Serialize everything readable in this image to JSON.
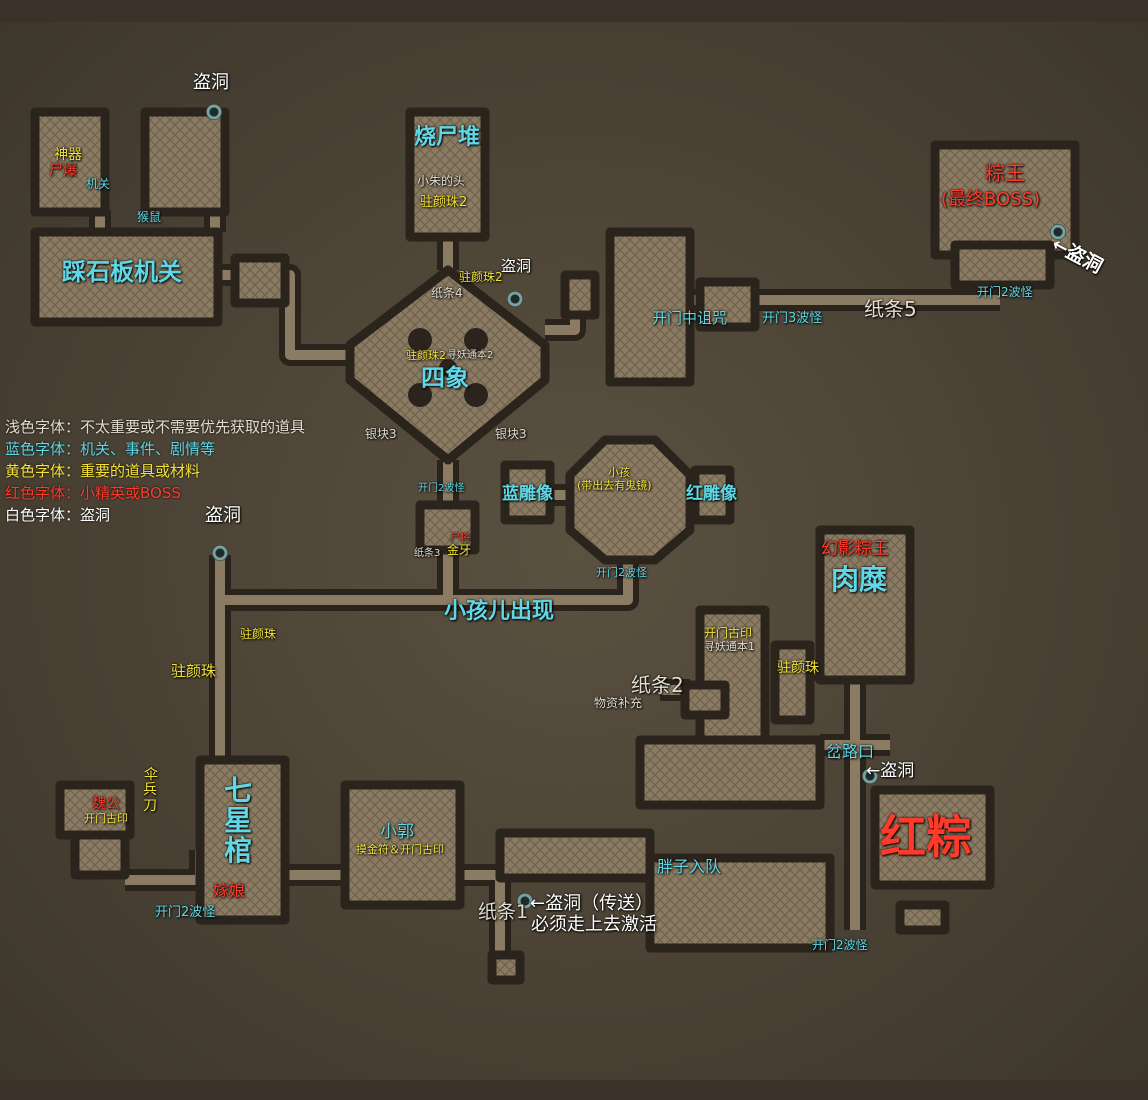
{
  "legend": {
    "light": "浅色字体：不太重要或不需要优先获取的道具",
    "blue": "蓝色字体：机关、事件、剧情等",
    "yellow": "黄色字体：重要的道具或材料",
    "red": "红色字体：小精英或BOSS",
    "white": "白色字体：盗洞"
  },
  "colors": {
    "light": "#e3ddd0",
    "blue": "#5fd7e6",
    "yellow": "#f2e23a",
    "red": "#ff3a2a",
    "white": "#ffffff",
    "floor": "#8a7b62",
    "wall": "#2b241c",
    "parchment": "#4a4235"
  },
  "labels": {
    "daodong_top": "盗洞",
    "shenqi": "神器",
    "shibao": "尸爆",
    "jiguan_small": "机关",
    "houshu": "猴鼠",
    "caishiban": "踩石板机关",
    "shaoshidui": "烧尸堆",
    "xiaozhu_head": "小朱的头",
    "zhuyanzhu2_top": "驻颜珠2",
    "zongwang": "粽王",
    "zuizhong_boss": "(最终BOSS)",
    "daodong_zongwang": "←盗洞",
    "kaimen2_zongwang": "开门2波怪",
    "zhitiao5": "纸条5",
    "kaimen3": "开门3波怪",
    "kaimen_zuzhou": "开门中诅咒",
    "zhuyanzhu2_mid": "驻颜珠2",
    "daodong_sixiang": "盗洞",
    "zhitiao4": "纸条4",
    "zhuyanzhu2_center": "驻颜珠2",
    "xunyao2": "寻妖通本2",
    "sixiang": "四象",
    "yinkuai3_left": "银块3",
    "yinkuai3_right": "银块3",
    "kaimen2_sixiang": "开门2波怪",
    "lan_diaoxiang": "蓝雕像",
    "hong_diaoxiang": "红雕像",
    "xiaohai": "小孩",
    "guijing": "(带出去有鬼镜)",
    "kaimen2_xiaohai": "开门2波怪",
    "zhitiao3": "纸条3",
    "shijiang": "尸将",
    "jinya": "金牙",
    "daodong_left": "盗洞",
    "xiaohai_chuxian": "小孩儿出现",
    "zhuyanzhu_a": "驻颜珠",
    "zhuyanzhu_b": "驻颜珠",
    "huanying_zongwang": "幻影粽王",
    "roumi": "肉糜",
    "kaimen_guyin_top": "开门古印",
    "xunyao1": "寻妖通本1",
    "zhuyanzhu_right": "驻颜珠",
    "zhitiao2": "纸条2",
    "wuzi_buchong": "物资补充",
    "chalukou": "岔路口",
    "daodong_hongzong": "←盗洞",
    "hongzong": "红粽",
    "san": "伞",
    "bing": "兵",
    "dao": "刀",
    "weiguo": "魏公",
    "kaimen_guyin_left": "开门古印",
    "qixingguan": "七星棺",
    "qixing_red": "嫁娘",
    "kaimen2_left": "开门2波怪",
    "xiaoguo": "小郭",
    "mojinfu": "摸金符＆开门古印",
    "pangzi": "胖子入队",
    "zhitiao1": "纸条1",
    "daodong_chuansong": "←盗洞（传送）",
    "bixu": "必须走上去激活",
    "kaimen2_bottom": "开门2波怪"
  }
}
